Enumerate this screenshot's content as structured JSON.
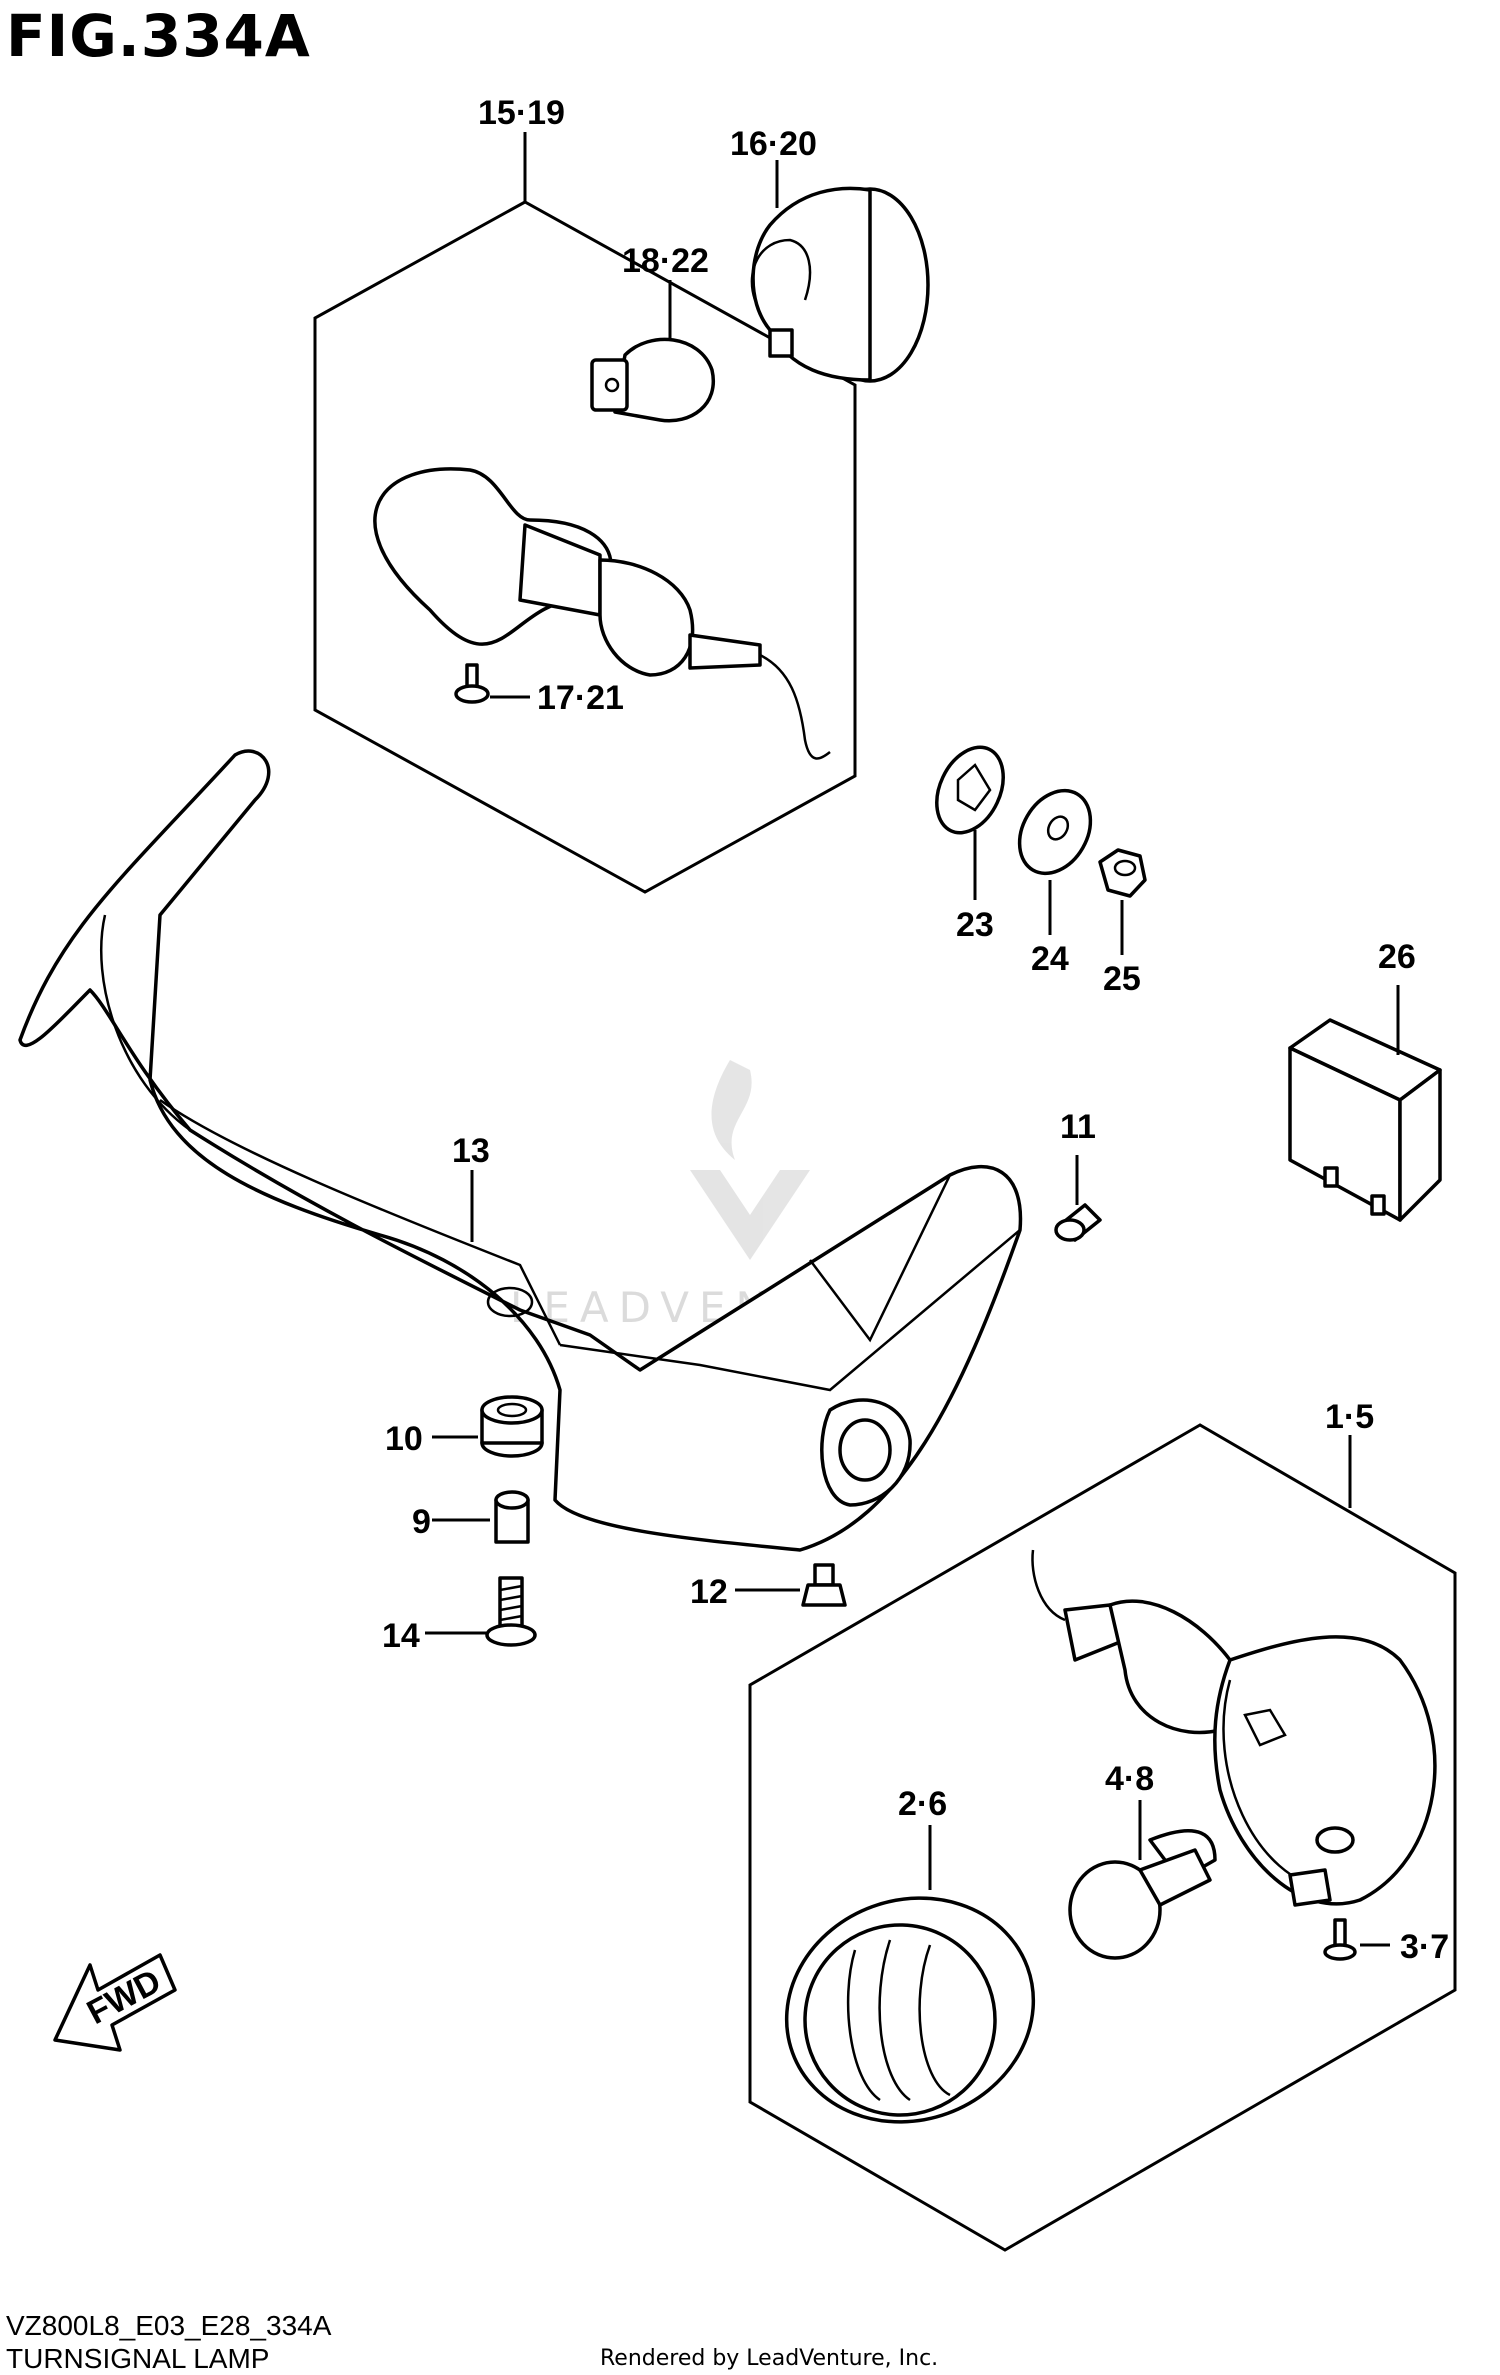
{
  "figure": {
    "title": "FIG.334A",
    "code": "VZ800L8_E03_E28_334A",
    "caption": "TURNSIGNAL LAMP",
    "rendered_by": "Rendered by LeadVenture, Inc.",
    "watermark": "LEADVENTURE",
    "fwd": "FWD"
  },
  "callouts": {
    "p15_19": "15·19",
    "p16_20": "16·20",
    "p18_22": "18·22",
    "p17_21": "17·21",
    "p23": "23",
    "p24": "24",
    "p25": "25",
    "p26": "26",
    "p13": "13",
    "p11": "11",
    "p10": "10",
    "p9": "9",
    "p14": "14",
    "p12": "12",
    "p1_5": "1·5",
    "p4_8": "4·8",
    "p2_6": "2·6",
    "p3_7": "3·7"
  }
}
